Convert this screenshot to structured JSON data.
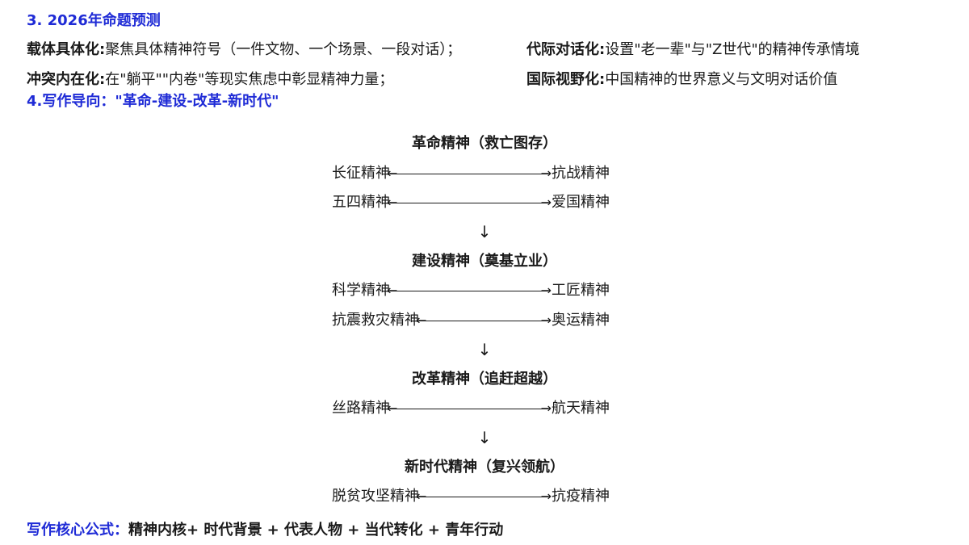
{
  "section3": {
    "heading": "3. 2026年命题预测",
    "row1": {
      "left_label": "载体具体化:",
      "left_text": "聚焦具体精神符号（一件文物、一个场景、一段对话）；",
      "right_label": "代际对话化:",
      "right_text": "设置\"老一辈\"与\"Z世代\"的精神传承情境"
    },
    "row2": {
      "left_label": "冲突内在化:",
      "left_text": "在\"躺平\"\"内卷\"等现实焦虑中彰显精神力量；",
      "right_label": "国际视野化:",
      "right_text": "中国精神的世界意义与文明对话价值"
    }
  },
  "section4": {
    "heading": "4.写作导向：\"革命-建设-改革-新时代\""
  },
  "flow": {
    "stages": [
      {
        "title": "革命精神（救亡图存）",
        "pairs": [
          {
            "left": "长征精神",
            "right": "抗战精神"
          },
          {
            "left": "五四精神",
            "right": "爱国精神"
          }
        ]
      },
      {
        "title": "建设精神（奠基立业）",
        "pairs": [
          {
            "left": "科学精神",
            "right": "工匠精神"
          },
          {
            "left": "抗震救灾精神",
            "right": "奥运精神"
          }
        ]
      },
      {
        "title": "改革精神（追赶超越）",
        "pairs": [
          {
            "left": "丝路精神",
            "right": "航天精神"
          }
        ]
      },
      {
        "title": "新时代精神（复兴领航）",
        "pairs": [
          {
            "left": "脱贫攻坚精神",
            "right": "抗疫精神"
          }
        ]
      }
    ],
    "down_arrow": "↓",
    "left_arrowhead": "←",
    "right_arrowhead": "→"
  },
  "formula": {
    "label": "写作核心公式：",
    "text": "精神内核+ 时代背景 + 代表人物 + 当代转化 + 青年行动"
  },
  "colors": {
    "accent_blue": "#1f2bd6",
    "text": "#1a1a1a"
  }
}
